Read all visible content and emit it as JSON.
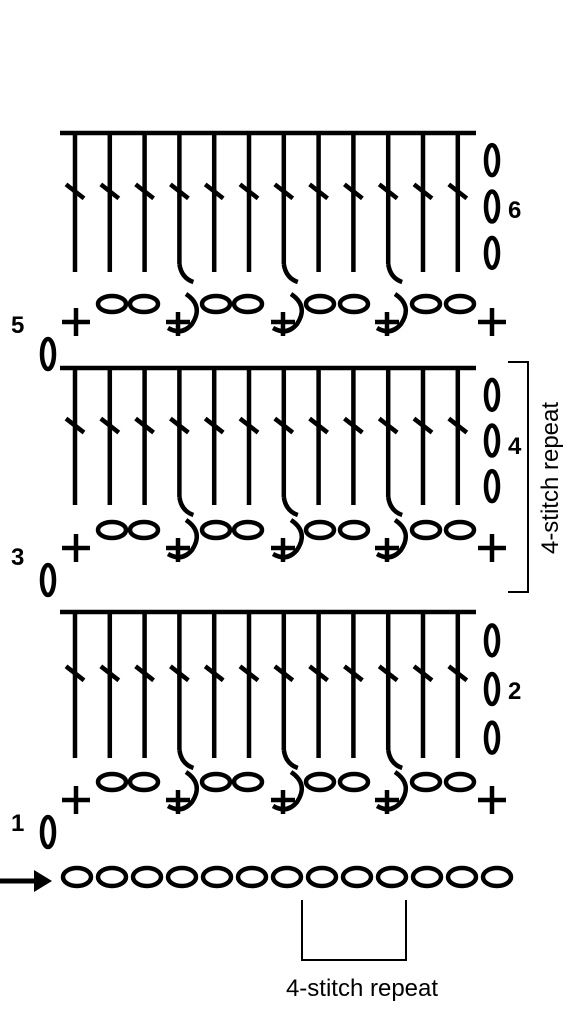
{
  "diagram": {
    "row_labels": [
      "1",
      "2",
      "3",
      "4",
      "5",
      "6"
    ],
    "foundation_chain_count": 13,
    "stitches_per_tall_row": 12,
    "tall_row_turning_chains": 3,
    "short_row_turning_chains": 1,
    "repeat_bottom": {
      "label": "4-stitch repeat"
    },
    "repeat_side": {
      "label": "4-stitch repeat"
    },
    "colors": {
      "ink": "#000000",
      "background": "#ffffff"
    },
    "symbols": [
      "chain-oval",
      "single-crochet-plus",
      "double-crochet-slash",
      "front-post-hook",
      "start-arrow"
    ]
  }
}
